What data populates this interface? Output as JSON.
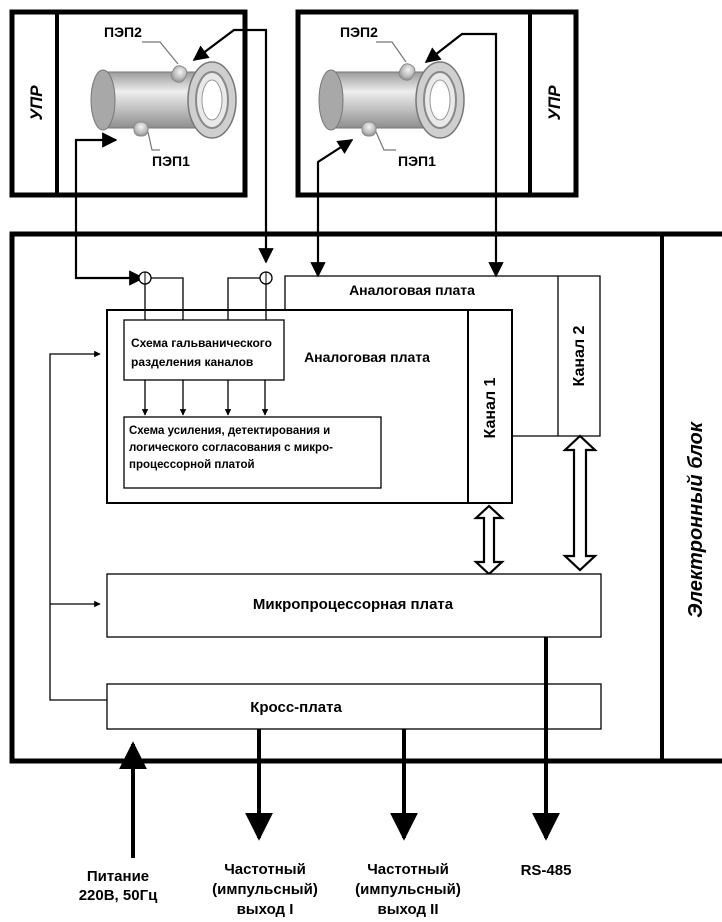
{
  "sensor_left": {
    "upr": "УПР",
    "pep2": "ПЭП2",
    "pep1": "ПЭП1"
  },
  "sensor_right": {
    "upr": "УПР",
    "pep2": "ПЭП2",
    "pep1": "ПЭП1"
  },
  "electronic_block": {
    "title": "Электронный блок",
    "analog_board_2": "Аналоговая плата",
    "channel_2": "Канал 2",
    "analog_board_1": "Аналоговая плата",
    "channel_1": "Канал 1",
    "galvanic_line1": "Схема гальванического",
    "galvanic_line2": "разделения каналов",
    "amp_line1": "Схема усиления, детектирования и",
    "amp_line2": "логического согласования с микро-",
    "amp_line3": "процессорной платой",
    "microprocessor": "Микропроцессорная плата",
    "cross": "Кросс-плата"
  },
  "outputs": {
    "power_line1": "Питание",
    "power_line2": "220В, 50Гц",
    "freq1_line1": "Частотный",
    "freq1_line2": "(импульсный)",
    "freq1_line3": "выход I",
    "freq2_line1": "Частотный",
    "freq2_line2": "(импульсный)",
    "freq2_line3": "выход II",
    "rs485": "RS-485"
  }
}
